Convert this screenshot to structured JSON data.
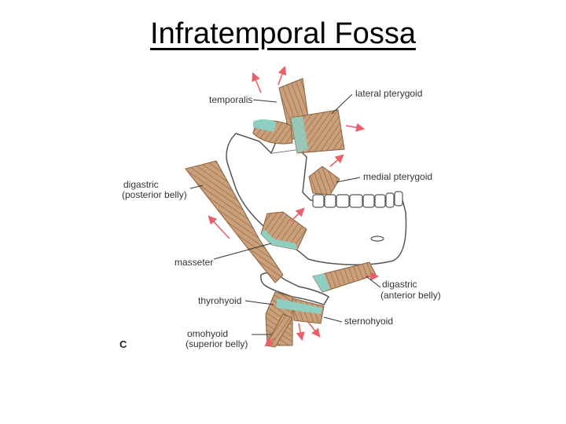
{
  "title": "Infratemporal Fossa",
  "figure": {
    "panel_letter": "C",
    "labels": {
      "temporalis": "temporalis",
      "lateral_pterygoid": "lateral pterygoid",
      "medial_pterygoid": "medial pterygoid",
      "digastric_posterior_1": "digastric",
      "digastric_posterior_2": "(posterior belly)",
      "masseter": "masseter",
      "digastric_anterior_1": "digastric",
      "digastric_anterior_2": "(anterior belly)",
      "thyrohyoid": "thyrohyoid",
      "sternohyoid": "sternohyoid",
      "omohyoid_1": "omohyoid",
      "omohyoid_2": "(superior belly)"
    },
    "colors": {
      "muscle": "#c9a07a",
      "muscle_dark": "#8a5f3c",
      "tendon": "#8fcfc2",
      "arrow": "#e8606a",
      "bone_outline": "#555555"
    }
  }
}
